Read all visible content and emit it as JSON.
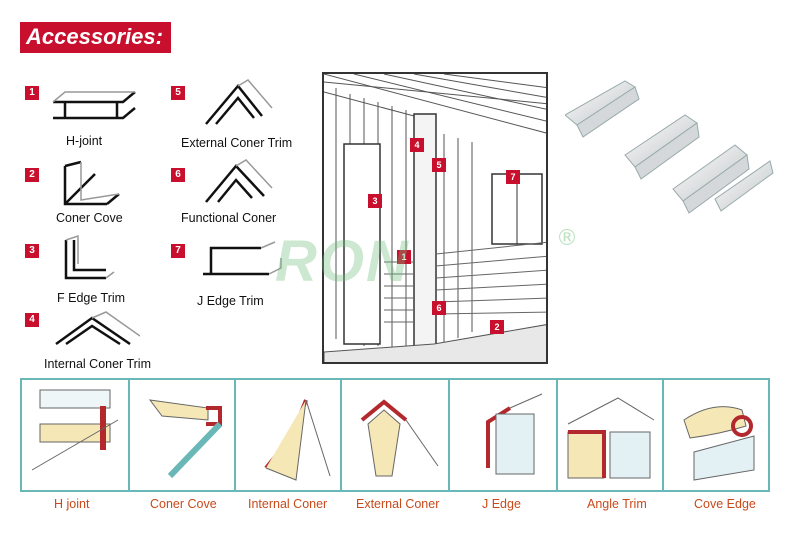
{
  "header": {
    "title": "Accessories:"
  },
  "watermark": {
    "text": "RON",
    "mark": "®"
  },
  "catalog": [
    {
      "num": "1",
      "label": "H-joint"
    },
    {
      "num": "2",
      "label": "Coner Cove"
    },
    {
      "num": "3",
      "label": "F Edge Trim"
    },
    {
      "num": "4",
      "label": "Internal Coner Trim"
    },
    {
      "num": "5",
      "label": "External Coner Trim"
    },
    {
      "num": "6",
      "label": "Functional Coner"
    },
    {
      "num": "7",
      "label": "J Edge Trim"
    }
  ],
  "scene_tags": [
    "1",
    "2",
    "3",
    "4",
    "5",
    "6",
    "7"
  ],
  "bottom_labels": [
    "H joint",
    "Coner Cove",
    "Internal Coner",
    "External Coner",
    "J Edge",
    "Angle Trim",
    "Cove Edge"
  ],
  "colors": {
    "accent": "#c8102e",
    "border": "#6ab7b8",
    "bottom_label": "#c84a1b"
  }
}
